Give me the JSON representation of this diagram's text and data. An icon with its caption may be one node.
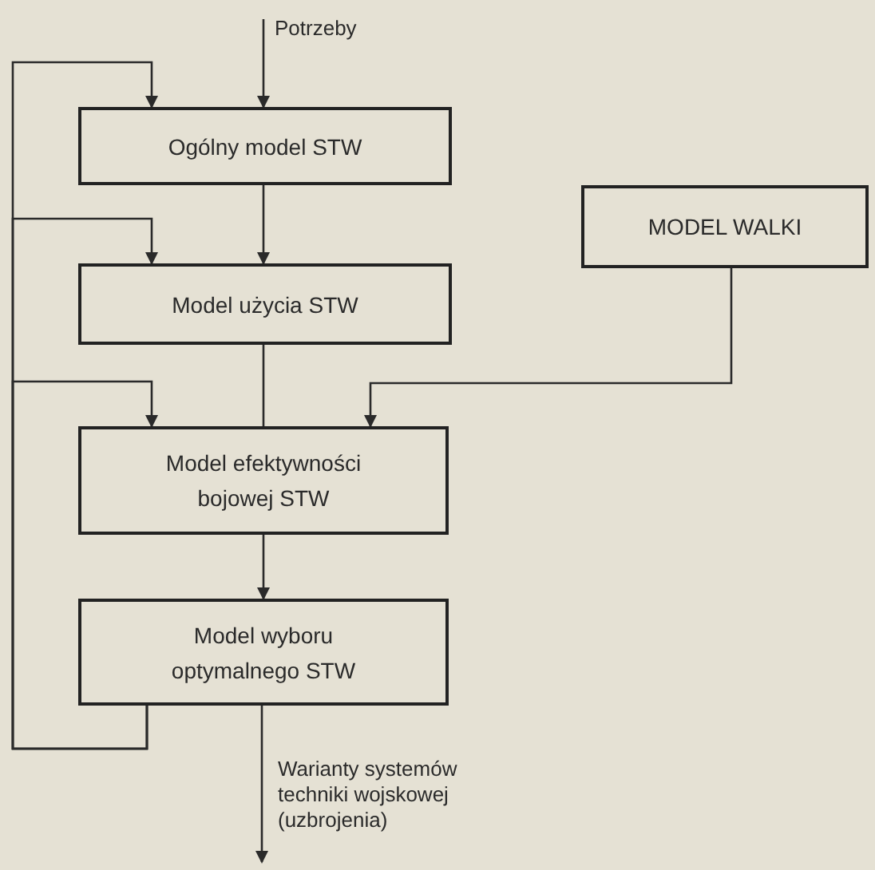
{
  "diagram": {
    "nodes": [
      {
        "text": [
          "Ogólny model STW"
        ]
      },
      {
        "text": [
          "MODEL WALKI"
        ]
      },
      {
        "text": [
          "Model użycia STW"
        ]
      },
      {
        "text": [
          "Model efektywności bojowej STW"
        ]
      },
      {
        "text": [
          "Model wyboru optymalnego STW"
        ]
      }
    ],
    "edges": [
      {
        "from": null,
        "to": 0,
        "arrow": "to",
        "label": "Potrzeby"
      },
      {
        "from": 0,
        "to": 2,
        "arrow": "to"
      },
      {
        "from": 2,
        "to": 3,
        "arrow": "none"
      },
      {
        "from": 1,
        "to": 3,
        "arrow": "to"
      },
      {
        "from": 3,
        "to": 4,
        "arrow": "to"
      },
      {
        "from": 4,
        "to": null,
        "arrow": "to",
        "label": "Warianty systemów techniki wojskowej (uzbrojenia)"
      },
      {
        "from": 4,
        "to": 0,
        "arrow": "to"
      },
      {
        "from": 4,
        "to": 2,
        "arrow": "to"
      },
      {
        "from": 4,
        "to": 3,
        "arrow": "to"
      }
    ]
  }
}
